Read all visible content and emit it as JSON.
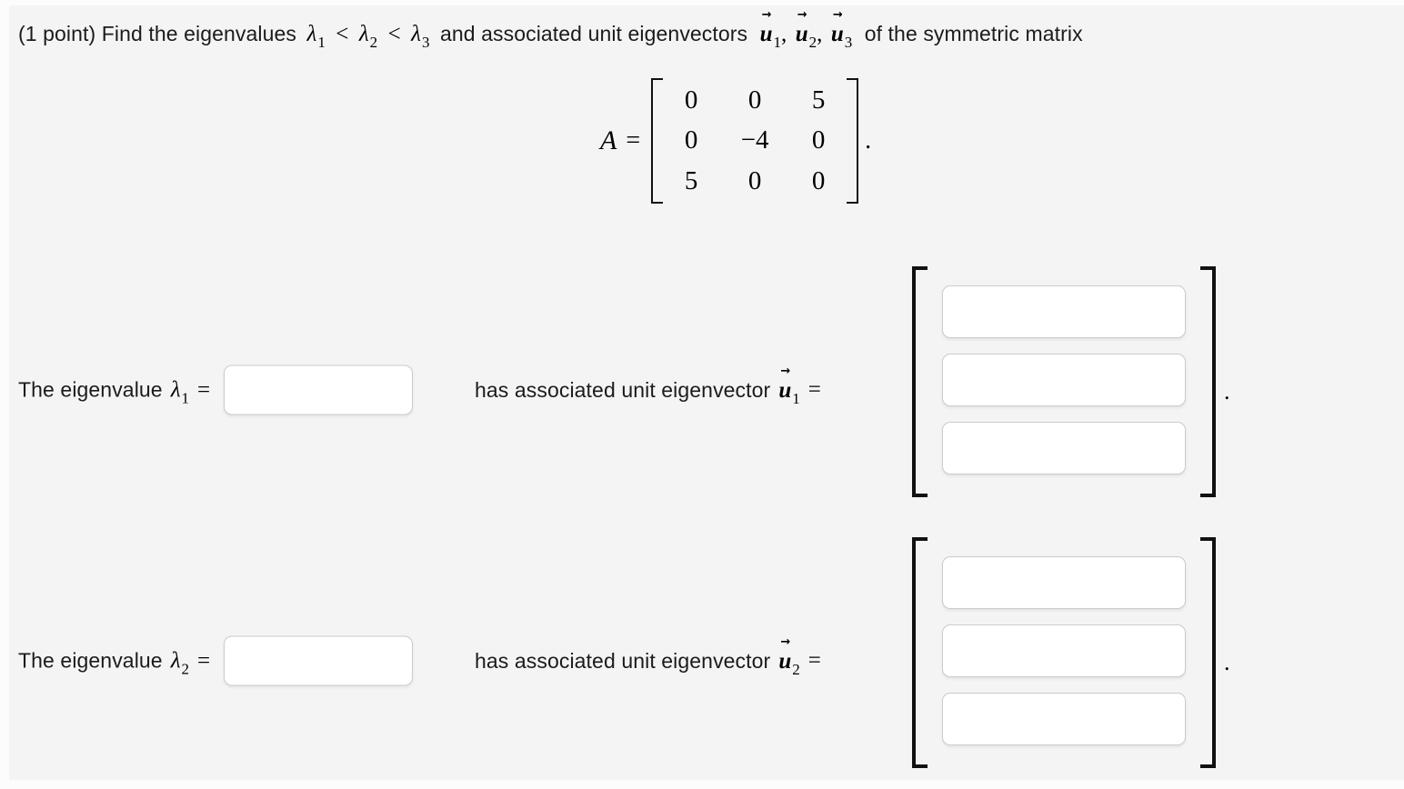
{
  "colors": {
    "page_bg": "#fcfcfc",
    "panel_bg": "#f4f4f4",
    "input_bg": "#ffffff",
    "input_border": "#cbcbcb",
    "text": "#1b1b1b",
    "math": "#000000"
  },
  "title": {
    "prompt_start": "(1 point) Find the eigenvalues",
    "lambda": "λ",
    "subs": [
      "1",
      "2",
      "3"
    ],
    "lt": "<",
    "mid": "and associated unit eigenvectors",
    "u": "u",
    "arrow": "→",
    "comma": ",",
    "prompt_end": "of the symmetric matrix"
  },
  "matrix": {
    "label": "A",
    "equals": "=",
    "rows": [
      [
        "0",
        "0",
        "5"
      ],
      [
        "0",
        "−4",
        "0"
      ],
      [
        "5",
        "0",
        "0"
      ]
    ],
    "period": "."
  },
  "answers": [
    {
      "prefix": "The eigenvalue",
      "lambda": "λ",
      "sub": "1",
      "eq": "=",
      "eigenvalue_value": "",
      "mid": "has associated unit eigenvector",
      "u": "u",
      "arrow": "→",
      "u_sub": "1",
      "eq2": "=",
      "vector_values": [
        "",
        "",
        ""
      ],
      "period": "."
    },
    {
      "prefix": "The eigenvalue",
      "lambda": "λ",
      "sub": "2",
      "eq": "=",
      "eigenvalue_value": "",
      "mid": "has associated unit eigenvector",
      "u": "u",
      "arrow": "→",
      "u_sub": "2",
      "eq2": "=",
      "vector_values": [
        "",
        "",
        ""
      ],
      "period": "."
    }
  ]
}
